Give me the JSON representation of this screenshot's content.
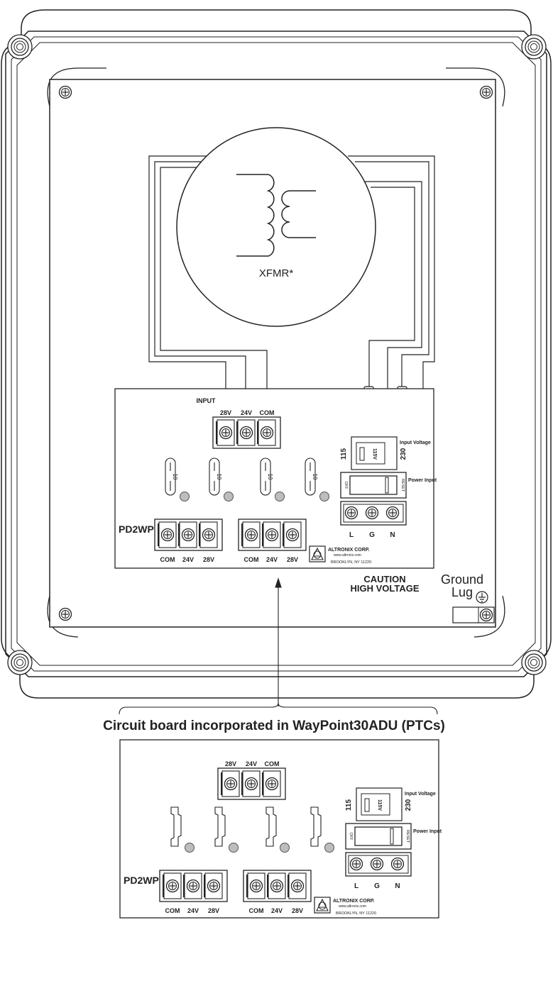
{
  "transformer": {
    "label": "XFMR*"
  },
  "board_top": {
    "input_label": "INPUT",
    "input_terminals": [
      "28V",
      "24V",
      "COM"
    ],
    "fuse_labels": [
      "10",
      "10",
      "10",
      "10"
    ],
    "model": "PD2WP",
    "output_terminals_a": [
      "COM",
      "24V",
      "28V"
    ],
    "output_terminals_b": [
      "COM",
      "24V",
      "28V"
    ],
    "switch_left_label": "115",
    "switch_right_label": "230",
    "switch_state": "115V",
    "input_voltage_label": "Input Voltage",
    "power_off_label": "OFF",
    "power_reset_label": "RESET",
    "power_input_label": "Power Input",
    "ac_terminals": [
      "L",
      "G",
      "N"
    ],
    "company": "ALTRONIX CORP.",
    "website": "www.altronix.com",
    "address": "BROOKLYN, NY 11220"
  },
  "enclosure": {
    "caution_line1": "CAUTION",
    "caution_line2": "HIGH VOLTAGE",
    "ground_line1": "Ground",
    "ground_line2": "Lug"
  },
  "caption": "Circuit board incorporated in WayPoint30ADU (PTCs)",
  "board_bottom": {
    "input_terminals": [
      "28V",
      "24V",
      "COM"
    ],
    "model": "PD2WP",
    "output_terminals_a": [
      "COM",
      "24V",
      "28V"
    ],
    "output_terminals_b": [
      "COM",
      "24V",
      "28V"
    ],
    "switch_left_label": "115",
    "switch_right_label": "230",
    "switch_state": "115V",
    "input_voltage_label": "Input Voltage",
    "power_off_label": "OFF",
    "power_reset_label": "RESET",
    "power_input_label": "Power Input",
    "ac_terminals": [
      "L",
      "G",
      "N"
    ],
    "company": "ALTRONIX CORP.",
    "website": "www.altronix.com",
    "address": "BROOKLYN, NY 11220"
  }
}
